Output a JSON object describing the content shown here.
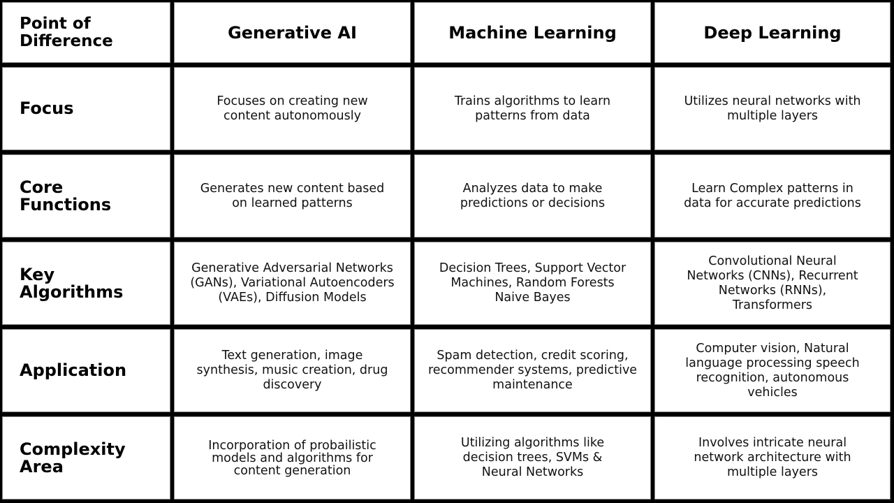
{
  "table": {
    "corner_label": "Point of Difference",
    "columns": [
      "Generative AI",
      "Machine Learning",
      "Deep Learning"
    ],
    "rows": [
      {
        "label": "Focus",
        "cells": [
          "Focuses on creating new content autonomously",
          "Trains algorithms to learn patterns from data",
          "Utilizes neural networks with multiple layers"
        ]
      },
      {
        "label": "Core Functions",
        "cells": [
          "Generates new content based on learned patterns",
          "Analyzes data to make predictions or decisions",
          "Learn Complex patterns in data for accurate predictions"
        ]
      },
      {
        "label": "Key Algorithms",
        "cells": [
          "Generative Adversarial Networks (GANs), Variational Autoencoders (VAEs), Diffusion Models",
          "Decision Trees, Support Vector Machines, Random Forests Naive Bayes",
          "Convolutional Neural Networks (CNNs), Recurrent Networks (RNNs), Transformers"
        ]
      },
      {
        "label": "Application",
        "cells": [
          "Text generation, image synthesis, music creation, drug discovery",
          "Spam detection, credit scoring, recommender systems, predictive maintenance",
          "Computer vision, Natural language processing speech recognition, autonomous vehicles"
        ]
      },
      {
        "label": "Complexity Area",
        "cells": [
          "Incorporation of probailistic models and algorithms for content generation",
          "Utilizing algorithms like decision trees, SVMs & Neural Networks",
          "Involves intricate neural network architecture with multiple layers"
        ]
      }
    ]
  },
  "colors": {
    "grid": "#000000",
    "cell_background": "#ffffff",
    "text": "#111111"
  }
}
